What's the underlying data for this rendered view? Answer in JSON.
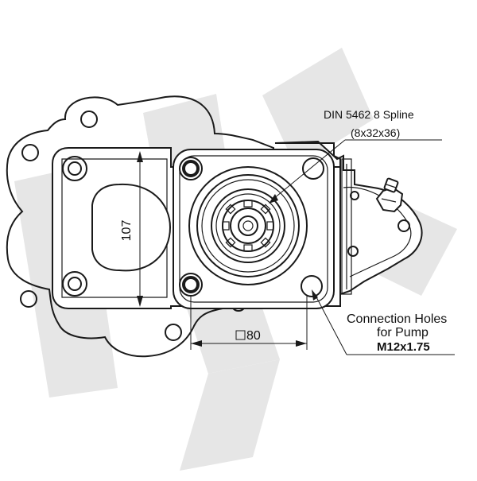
{
  "diagram": {
    "spline_label_line1": "DIN 5462 8 Spline",
    "spline_label_line2": "(8x32x36)",
    "dimension_vertical": "107",
    "dimension_horizontal": "80",
    "connection_label_line1": "Connection Holes",
    "connection_label_line2": "for Pump",
    "connection_label_line3": "M12x1.75",
    "watermark_color": "#e6e6e6",
    "line_color": "#1a1a1a"
  }
}
